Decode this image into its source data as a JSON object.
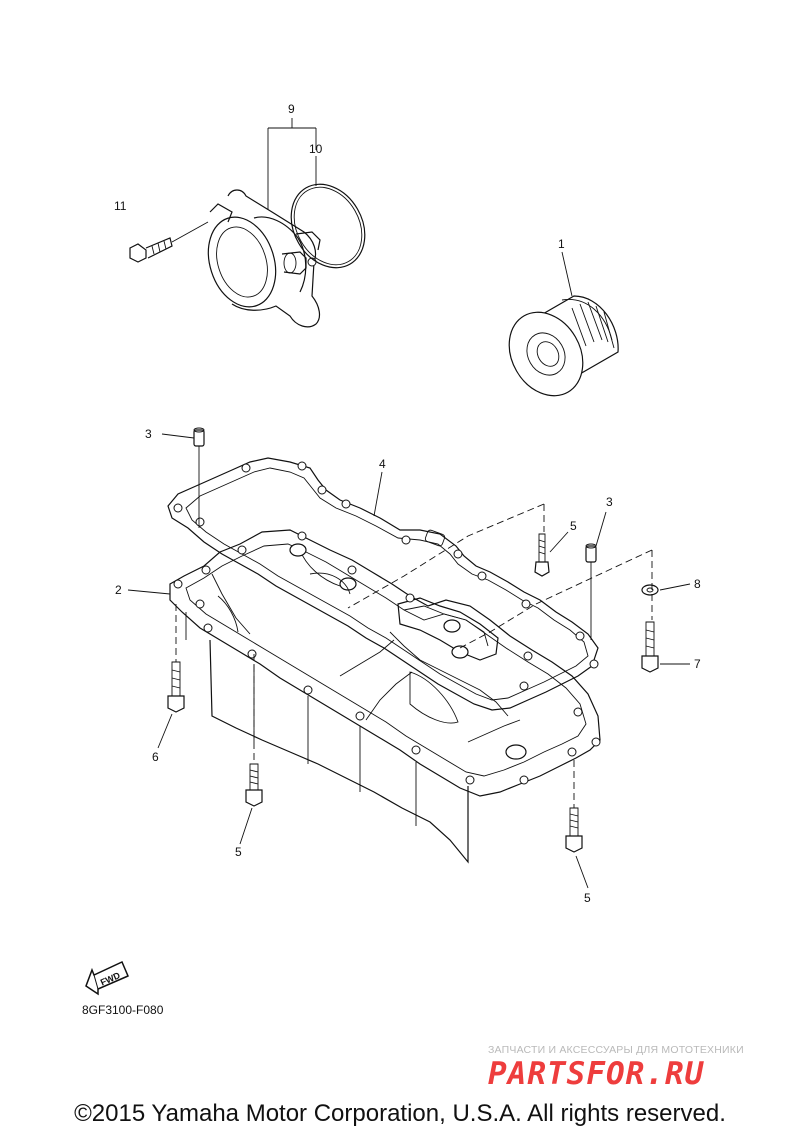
{
  "figure": {
    "code": "8GF3100-F080",
    "fwd_label": "FWD"
  },
  "callouts": {
    "c1": "1",
    "c2": "2",
    "c3a": "3",
    "c3b": "3",
    "c4": "4",
    "c5a": "5",
    "c5b": "5",
    "c5c": "5",
    "c6": "6",
    "c7": "7",
    "c8": "8",
    "c9": "9",
    "c10": "10",
    "c11": "11"
  },
  "watermark": {
    "tagline": "ЗАПЧАСТИ И АКСЕССУАРЫ ДЛЯ МОТОТЕХНИКИ",
    "logo": "PARTSFOR.RU"
  },
  "footer": {
    "copyright": "©2015 Yamaha Motor Corporation, U.S.A. All rights reserved."
  },
  "colors": {
    "line": "#111111",
    "watermark_red": "#ee3d3d",
    "watermark_gray": "#b9b9b9",
    "background": "#ffffff"
  }
}
